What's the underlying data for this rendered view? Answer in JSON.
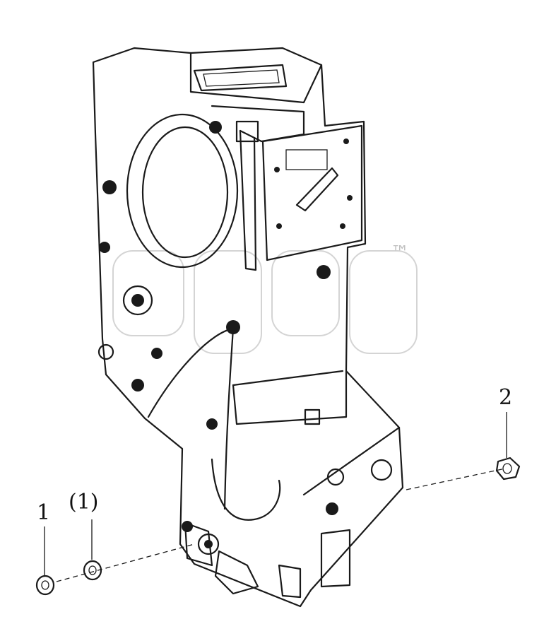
{
  "labels": {
    "part_1": "1",
    "part_1_alt": "(1)",
    "part_2": "2"
  },
  "watermark": {
    "mark": "™"
  }
}
